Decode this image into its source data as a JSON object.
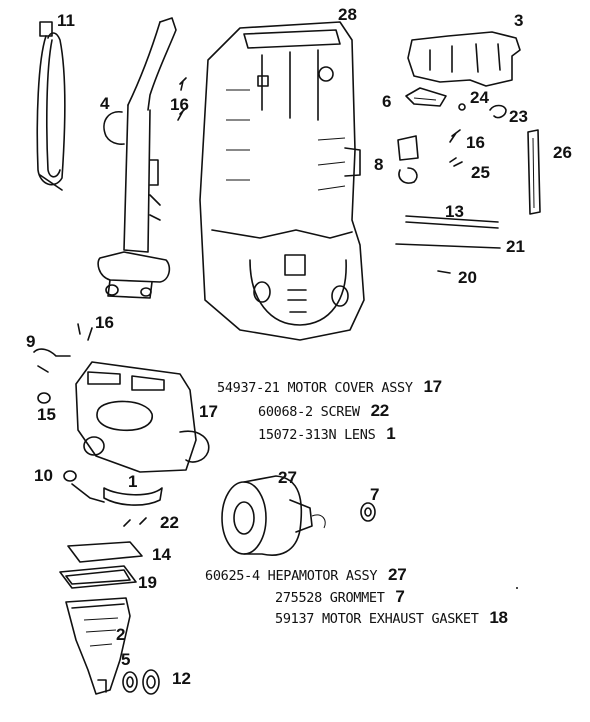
{
  "callouts": {
    "c11": "11",
    "c4": "4",
    "c16a": "16",
    "c28": "28",
    "c3": "3",
    "c6": "6",
    "c24": "24",
    "c23": "23",
    "c16b": "16",
    "c8": "8",
    "c25": "25",
    "c26": "26",
    "c13": "13",
    "c21": "21",
    "c20": "20",
    "c9": "9",
    "c16c": "16",
    "c15": "15",
    "c17": "17",
    "c10": "10",
    "c1": "1",
    "c22": "22",
    "c27": "27",
    "c7": "7",
    "c14": "14",
    "c19": "19",
    "c2": "2",
    "c5": "5",
    "c12": "12"
  },
  "parts_list_top": [
    {
      "part_no": "54937-21",
      "desc": "MOTOR COVER ASSY",
      "ref": "17"
    },
    {
      "part_no": "60068-2",
      "desc": "SCREW",
      "ref": "22"
    },
    {
      "part_no": "15072-313N",
      "desc": "LENS",
      "ref": "1"
    }
  ],
  "parts_list_bottom": [
    {
      "part_no": "60625-4",
      "desc": "HEPAMOTOR ASSY",
      "ref": "27"
    },
    {
      "part_no": "275528",
      "desc": "GROMMET",
      "ref": "7"
    },
    {
      "part_no": "59137",
      "desc": "MOTOR EXHAUST GASKET",
      "ref": "18"
    }
  ]
}
